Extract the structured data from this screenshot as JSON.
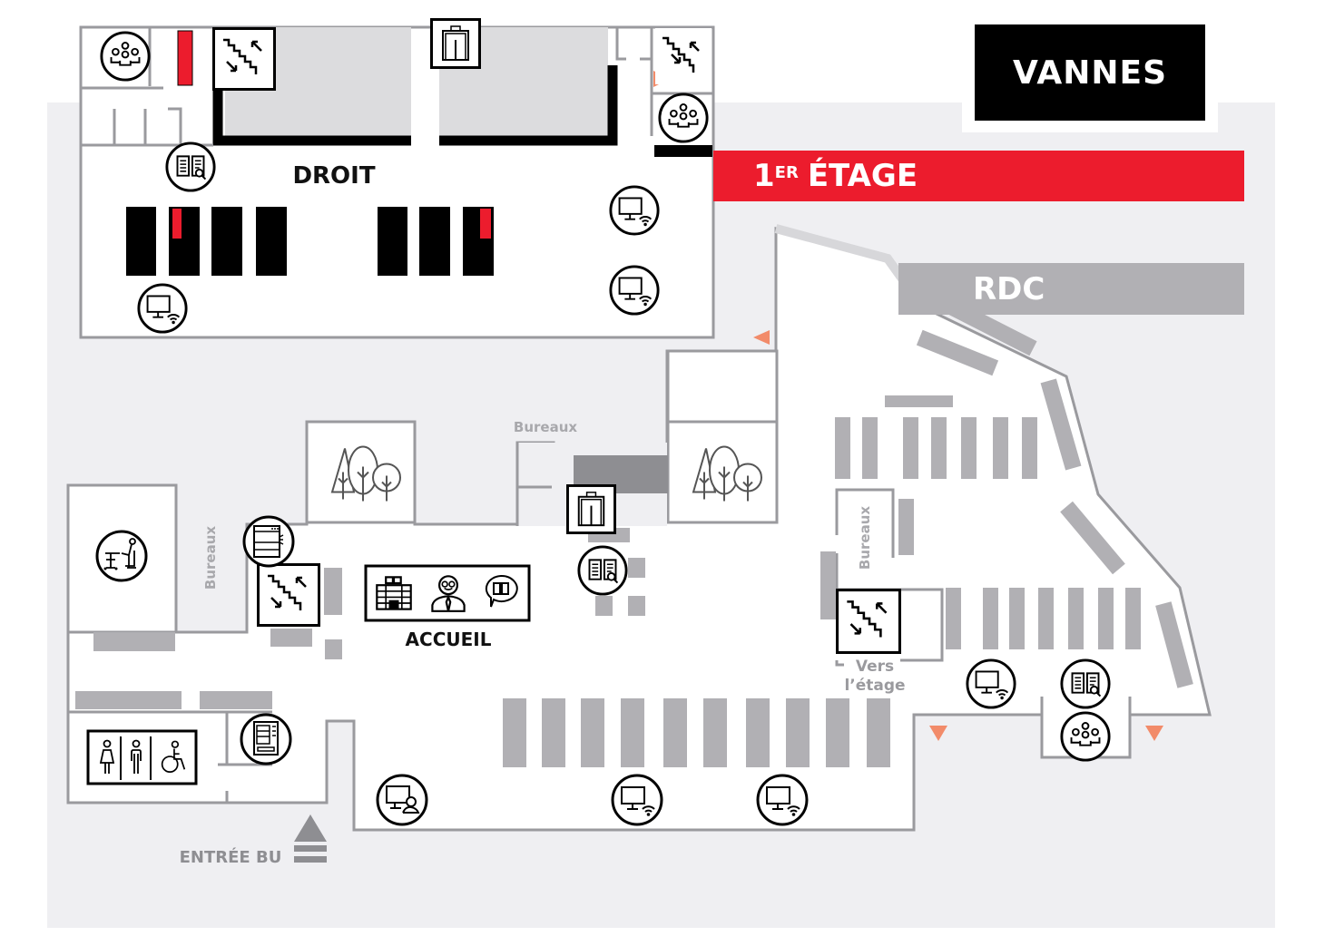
{
  "title": "VANNES",
  "floors": {
    "first": {
      "label_num": "1",
      "label_sup": "ER",
      "label_text": "ÉTAGE",
      "color": "#ec1c2d"
    },
    "ground": {
      "label": "RDC",
      "color": "#b1b0b4"
    }
  },
  "zones": {
    "droit": "DROIT",
    "accueil": "ACCUEIL",
    "bureaux_top": "Bureaux",
    "bureaux_left": "Bureaux",
    "bureaux_right": "Bureaux",
    "stairs_label_1": "Vers",
    "stairs_label_2": "l’étage",
    "entrance": "ENTRÉE BU"
  },
  "icons": {
    "group_room": "group-work-room-icon",
    "catalog": "catalog-search-icon",
    "wifi_computer": "wifi-computer-icon",
    "stairs": "stairs-icon",
    "elevator": "elevator-icon",
    "garden": "garden-trees-icon",
    "printer": "printer-copier-icon",
    "study_desk": "individual-study-desk-icon",
    "library_building": "library-building-icon",
    "librarian": "librarian-icon",
    "reading_help": "reading-help-speech-icon",
    "toilets": "toilets-icon",
    "vending": "vending-machine-icon",
    "assisted_computer": "assisted-computer-icon",
    "emergency_exit": "exit-arrow-icon"
  },
  "colors": {
    "accent_red": "#ec1c2d",
    "exit_orange": "#f28b6a",
    "shelf_gray": "#b1b0b4",
    "wall_gray": "#9a9a9e",
    "background_gray": "#efeff2"
  }
}
